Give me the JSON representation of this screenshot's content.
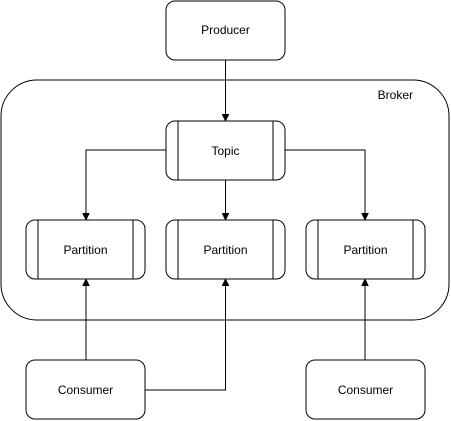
{
  "diagram": {
    "container_label": "Broker",
    "nodes": {
      "producer": "Producer",
      "topic": "Topic",
      "partition_1": "Partition",
      "partition_2": "Partition",
      "partition_3": "Partition",
      "consumer_1": "Consumer",
      "consumer_2": "Consumer"
    },
    "edges": [
      {
        "from": "producer",
        "to": "topic"
      },
      {
        "from": "topic",
        "to": "partition_1"
      },
      {
        "from": "topic",
        "to": "partition_2"
      },
      {
        "from": "topic",
        "to": "partition_3"
      },
      {
        "from": "consumer_1",
        "to": "partition_1"
      },
      {
        "from": "consumer_1",
        "to": "partition_2"
      },
      {
        "from": "consumer_2",
        "to": "partition_3"
      }
    ]
  }
}
